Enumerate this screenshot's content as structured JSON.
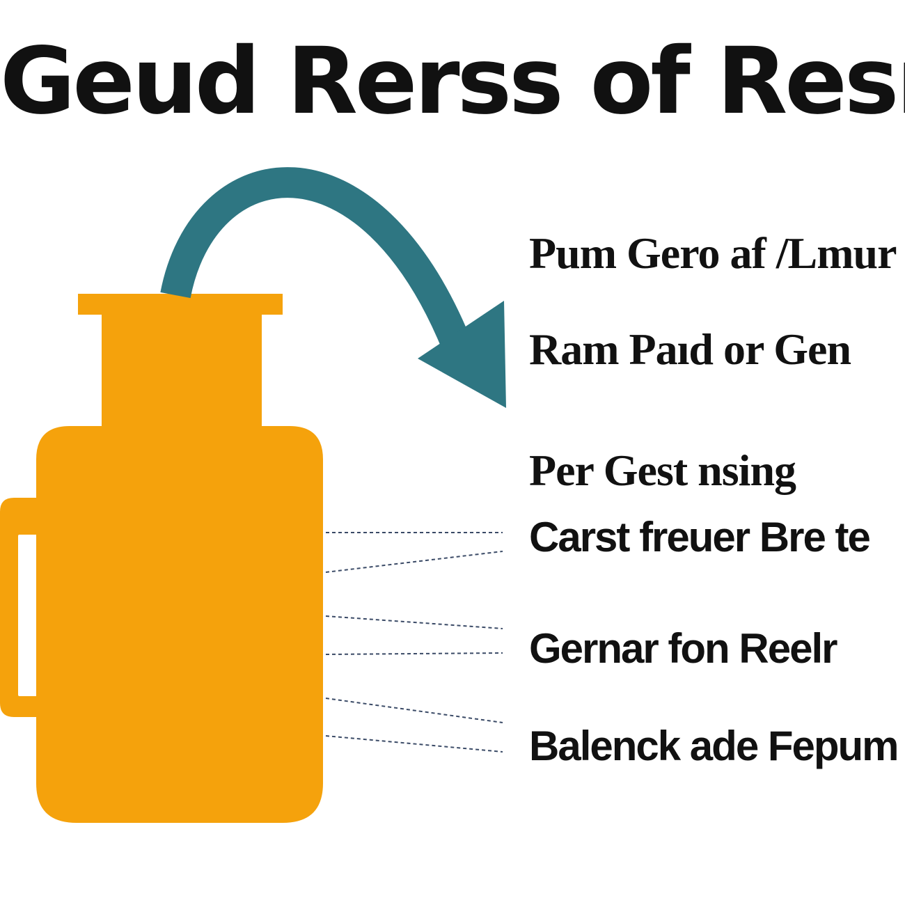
{
  "title": "Geud Rerss of Resnes Gr",
  "labels": [
    "Pum Gero af /Lmur",
    "Ram Paıd or Gen",
    "Per Gest nsing",
    "Carst freuer Bre te",
    "Gernar fon Reelr",
    "Balenck ade Fepum"
  ],
  "colors": {
    "jar": "#f5a20c",
    "arrow": "#2e7682",
    "leader": "#3a4a66",
    "text": "#111111"
  },
  "icons": {
    "jar": "jar-icon",
    "arrow": "curved-arrow-icon"
  }
}
